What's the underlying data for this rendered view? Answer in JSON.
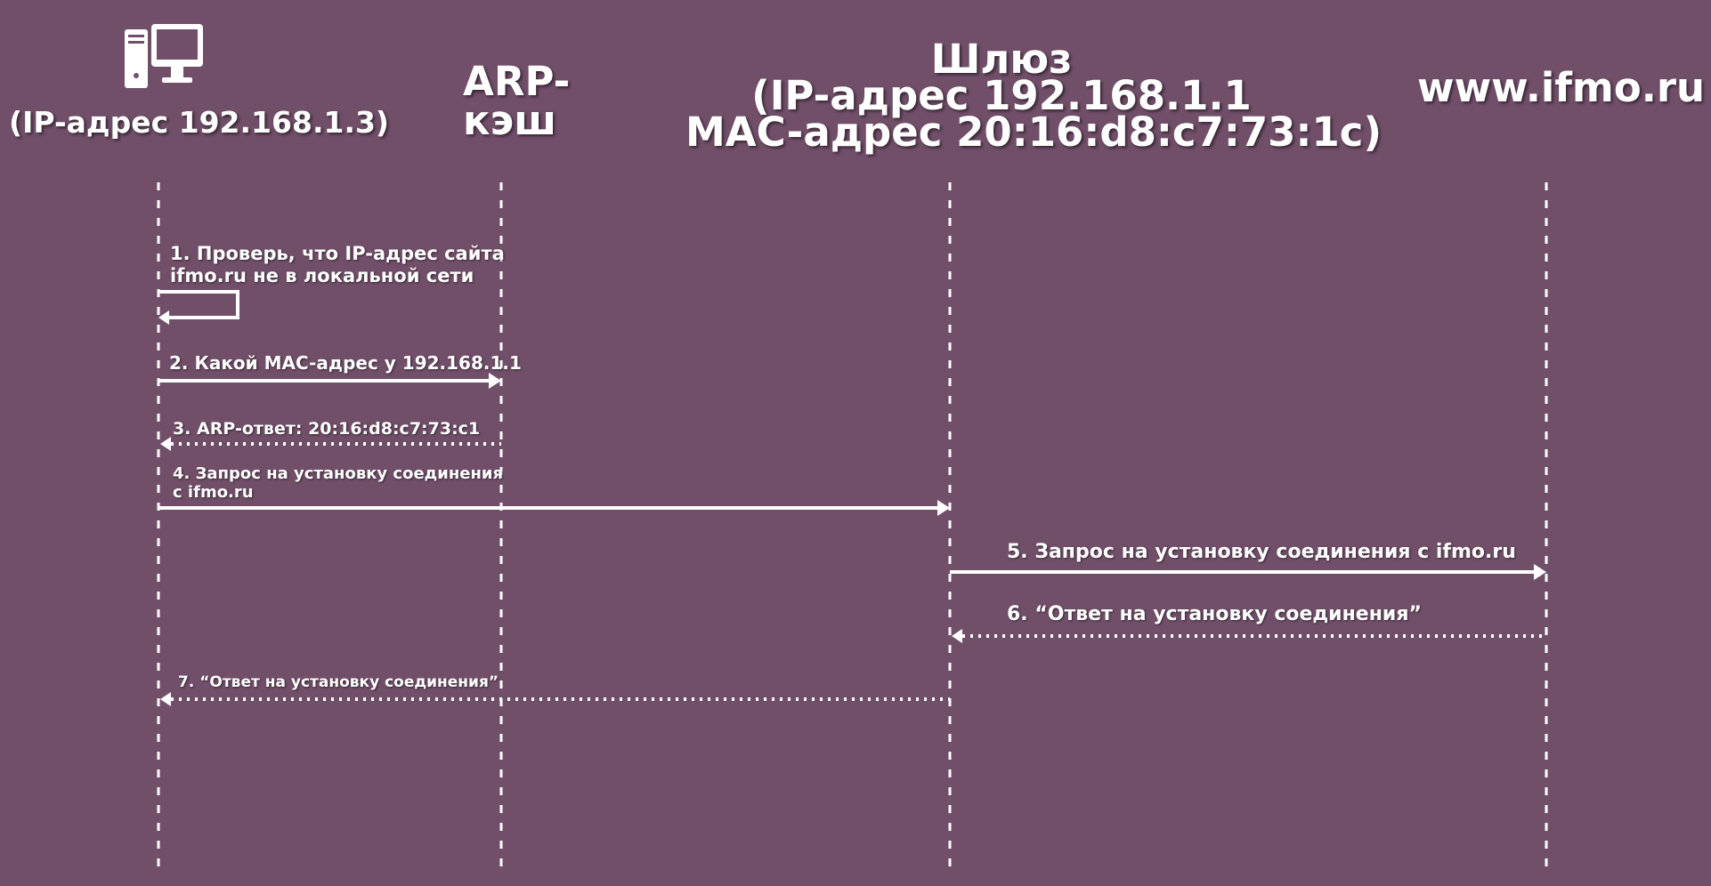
{
  "header": {
    "client_ip": "(IP-адрес 192.168.1.3)",
    "arp_line1": "ARP-",
    "arp_line2": "кэш",
    "gateway_name": "Шлюз",
    "gateway_ip": "(IP-адрес 192.168.1.1",
    "gateway_mac": "MAC-адрес 20:16:d8:c7:73:1c)",
    "site": "www.ifmo.ru"
  },
  "messages": {
    "m1_line1": "1. Проверь, что IP-адрес сайта",
    "m1_line2": "ifmo.ru не в локальной сети",
    "m2": "2. Какой MAC-адрес у 192.168.1.1",
    "m3": "3. ARP-ответ: 20:16:d8:c7:73:c1",
    "m4_line1": "4. Запрос на установку соединения",
    "m4_line2": "с ifmo.ru",
    "m5": "5. Запрос на установку соединения с ifmo.ru",
    "m6": "6. “Ответ на установку соединения”",
    "m7": "7. “Ответ на установку соединения”"
  },
  "icons": {
    "client": "computer-icon"
  },
  "colors": {
    "background": "#714f69",
    "line": "#ffffff"
  }
}
